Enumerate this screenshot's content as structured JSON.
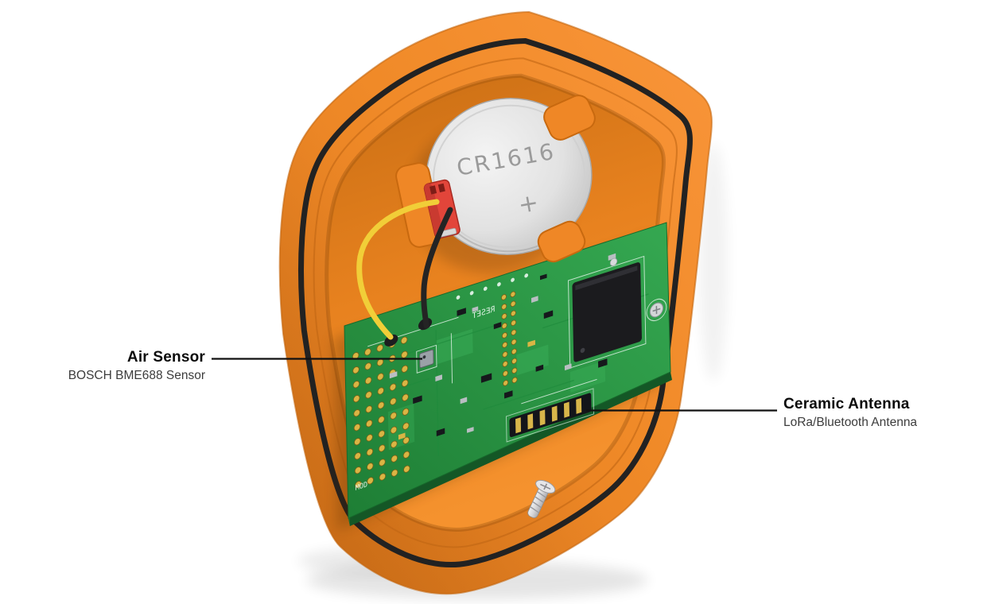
{
  "callouts": {
    "air_sensor": {
      "label": "Air Sensor",
      "sublabel": "BOSCH BME688 Sensor"
    },
    "ceramic_antenna": {
      "label": "Ceramic Antenna",
      "sublabel": "LoRa/Bluetooth Antenna"
    }
  },
  "battery": {
    "model": "CR1616",
    "polarity": "+"
  },
  "pcb": {
    "silkscreen": {
      "reset": "RESET",
      "mod": "MOD"
    }
  },
  "colors": {
    "background": "#FFFFFF",
    "enclosure_orange": "#F08A28",
    "enclosure_dark_orange": "#DC771B",
    "cavity_orange": "#E8821F",
    "gasket_black": "#222222",
    "pcb_green": "#2E9E49",
    "pcb_dark_green": "#1E7E35",
    "battery_silver": "#DCDCDC",
    "wire_yellow": "#F1CE38",
    "wire_black": "#242424",
    "connector_red": "#E2453A",
    "gold_pad": "#D9B544",
    "ic_black": "#1B1B1E",
    "callout_line": "#111111",
    "label_text": "#0B0B0B",
    "sublabel_text": "#3C3C3C"
  }
}
